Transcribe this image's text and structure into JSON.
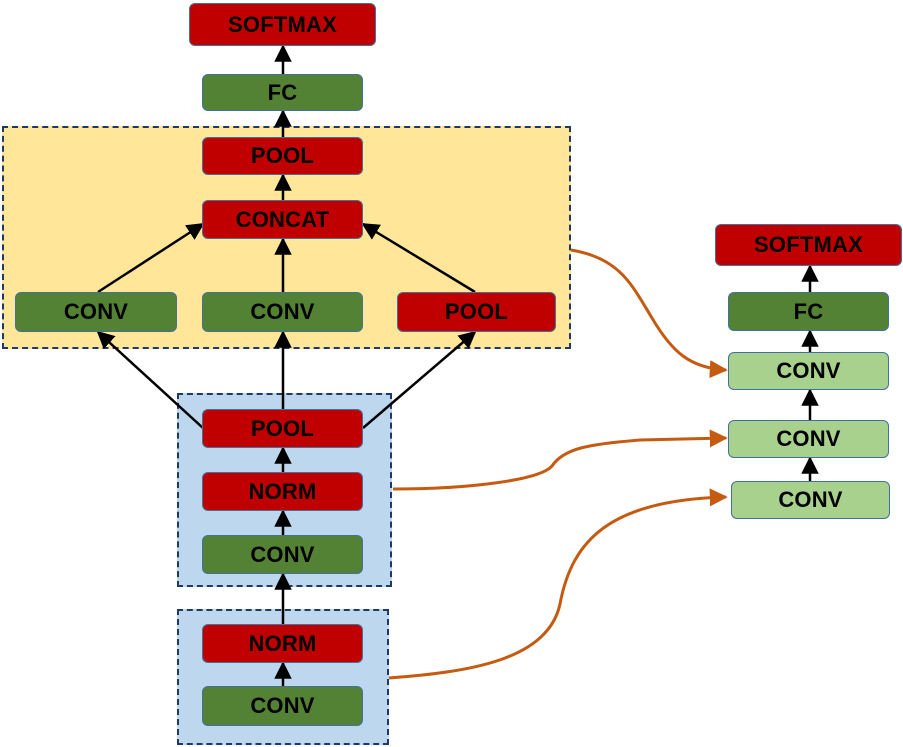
{
  "main_net": {
    "top_softmax": "SOFTMAX",
    "top_fc": "FC",
    "inception": {
      "pool_out": "POOL",
      "concat": "CONCAT",
      "conv_left": "CONV",
      "conv_mid": "CONV",
      "pool_right": "POOL"
    },
    "block2": {
      "pool": "POOL",
      "norm": "NORM",
      "conv": "CONV"
    },
    "block1": {
      "norm": "NORM",
      "conv": "CONV"
    }
  },
  "side_net": {
    "softmax": "SOFTMAX",
    "fc": "FC",
    "conv_top": "CONV",
    "conv_mid": "CONV",
    "conv_bottom": "CONV"
  },
  "colors": {
    "red_block": "#c00000",
    "green_block": "#548235",
    "light_green_block": "#a9d18e",
    "inception_group_fill": "#ffe699",
    "stem_group_fill": "#bdd7ee",
    "dashed_border": "#1f3864",
    "black_arrow": "#000000",
    "orange_arrow": "#c55a11"
  }
}
